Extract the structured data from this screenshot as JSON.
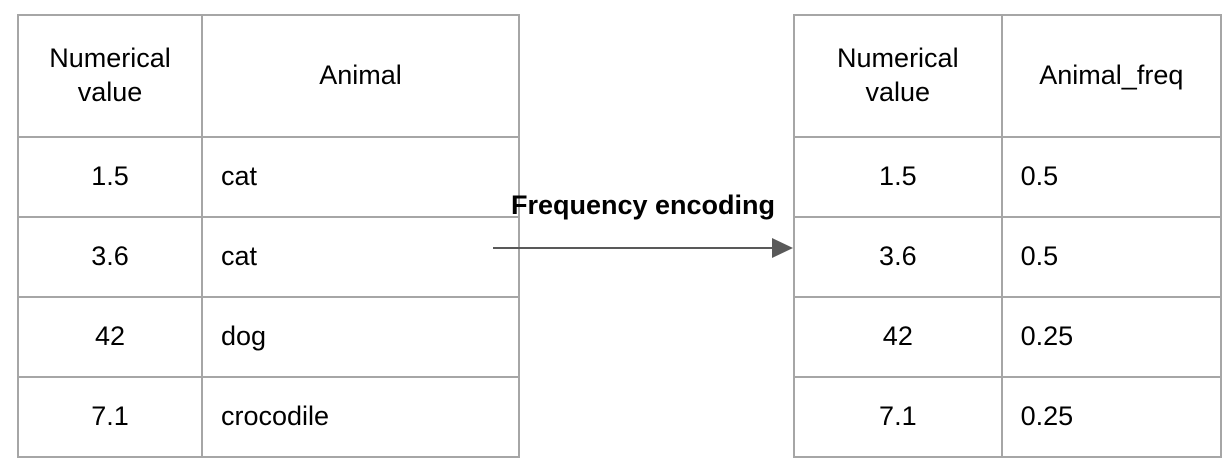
{
  "diagram": {
    "transform_label": "Frequency encoding"
  },
  "left_table": {
    "headers": [
      "Numerical value",
      "Animal"
    ],
    "rows": [
      [
        "1.5",
        "cat"
      ],
      [
        "3.6",
        "cat"
      ],
      [
        "42",
        "dog"
      ],
      [
        "7.1",
        "crocodile"
      ]
    ]
  },
  "right_table": {
    "headers": [
      "Numerical value",
      "Animal_freq"
    ],
    "rows": [
      [
        "1.5",
        "0.5"
      ],
      [
        "3.6",
        "0.5"
      ],
      [
        "42",
        "0.25"
      ],
      [
        "7.1",
        "0.25"
      ]
    ]
  },
  "colors": {
    "table_border": "#a6a6a6",
    "arrow": "#595959",
    "text": "#000000"
  }
}
